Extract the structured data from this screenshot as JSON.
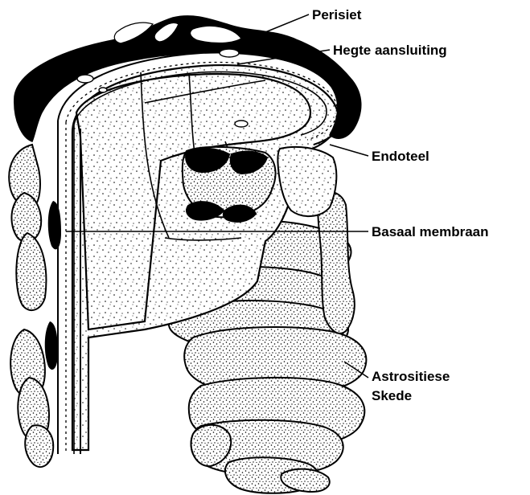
{
  "diagram": {
    "labels": {
      "perisiet": "Perisiet",
      "hegte_aansluiting": "Hegte aansluiting",
      "endoteel": "Endoteel",
      "basaal_membraan": "Basaal membraan",
      "astrositiese_line1": "Astrositiese",
      "astrositiese_line2": "Skede"
    }
  },
  "colors": {
    "ink": "#000000",
    "paper": "#ffffff"
  }
}
